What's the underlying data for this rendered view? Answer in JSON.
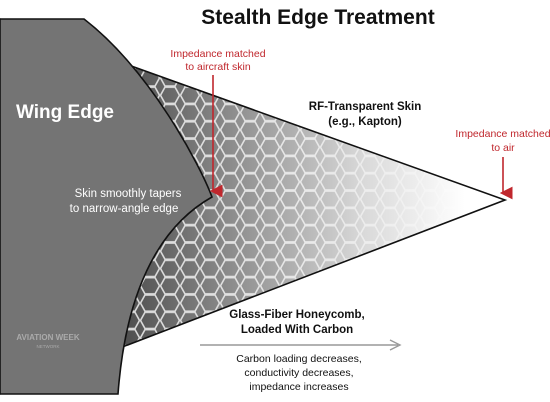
{
  "title": "Stealth Edge Treatment",
  "wing_label": "Wing Edge",
  "labels": {
    "impedance_skin": [
      "Impedance matched",
      "to aircraft skin"
    ],
    "impedance_air": [
      "Impedance matched",
      "to air"
    ],
    "rf_skin": [
      "RF-Transparent Skin",
      "(e.g., Kapton)"
    ],
    "taper": [
      "Skin smoothly tapers",
      "to narrow-angle edge"
    ],
    "honeycomb": [
      "Glass-Fiber Honeycomb,",
      "Loaded With Carbon"
    ],
    "gradient": [
      "Carbon loading decreases,",
      "conductivity decreases,",
      "impedance increases"
    ]
  },
  "watermark": [
    "AVIATION WEEK",
    "NETWORK"
  ],
  "colors": {
    "wing": "#747474",
    "wing_text": "#ffffff",
    "accent_red": "#c0272d",
    "arrow_gray": "#999999",
    "honeycomb_line": "#ffffff",
    "honeycomb_fill_dark": "#2f2f2f"
  }
}
